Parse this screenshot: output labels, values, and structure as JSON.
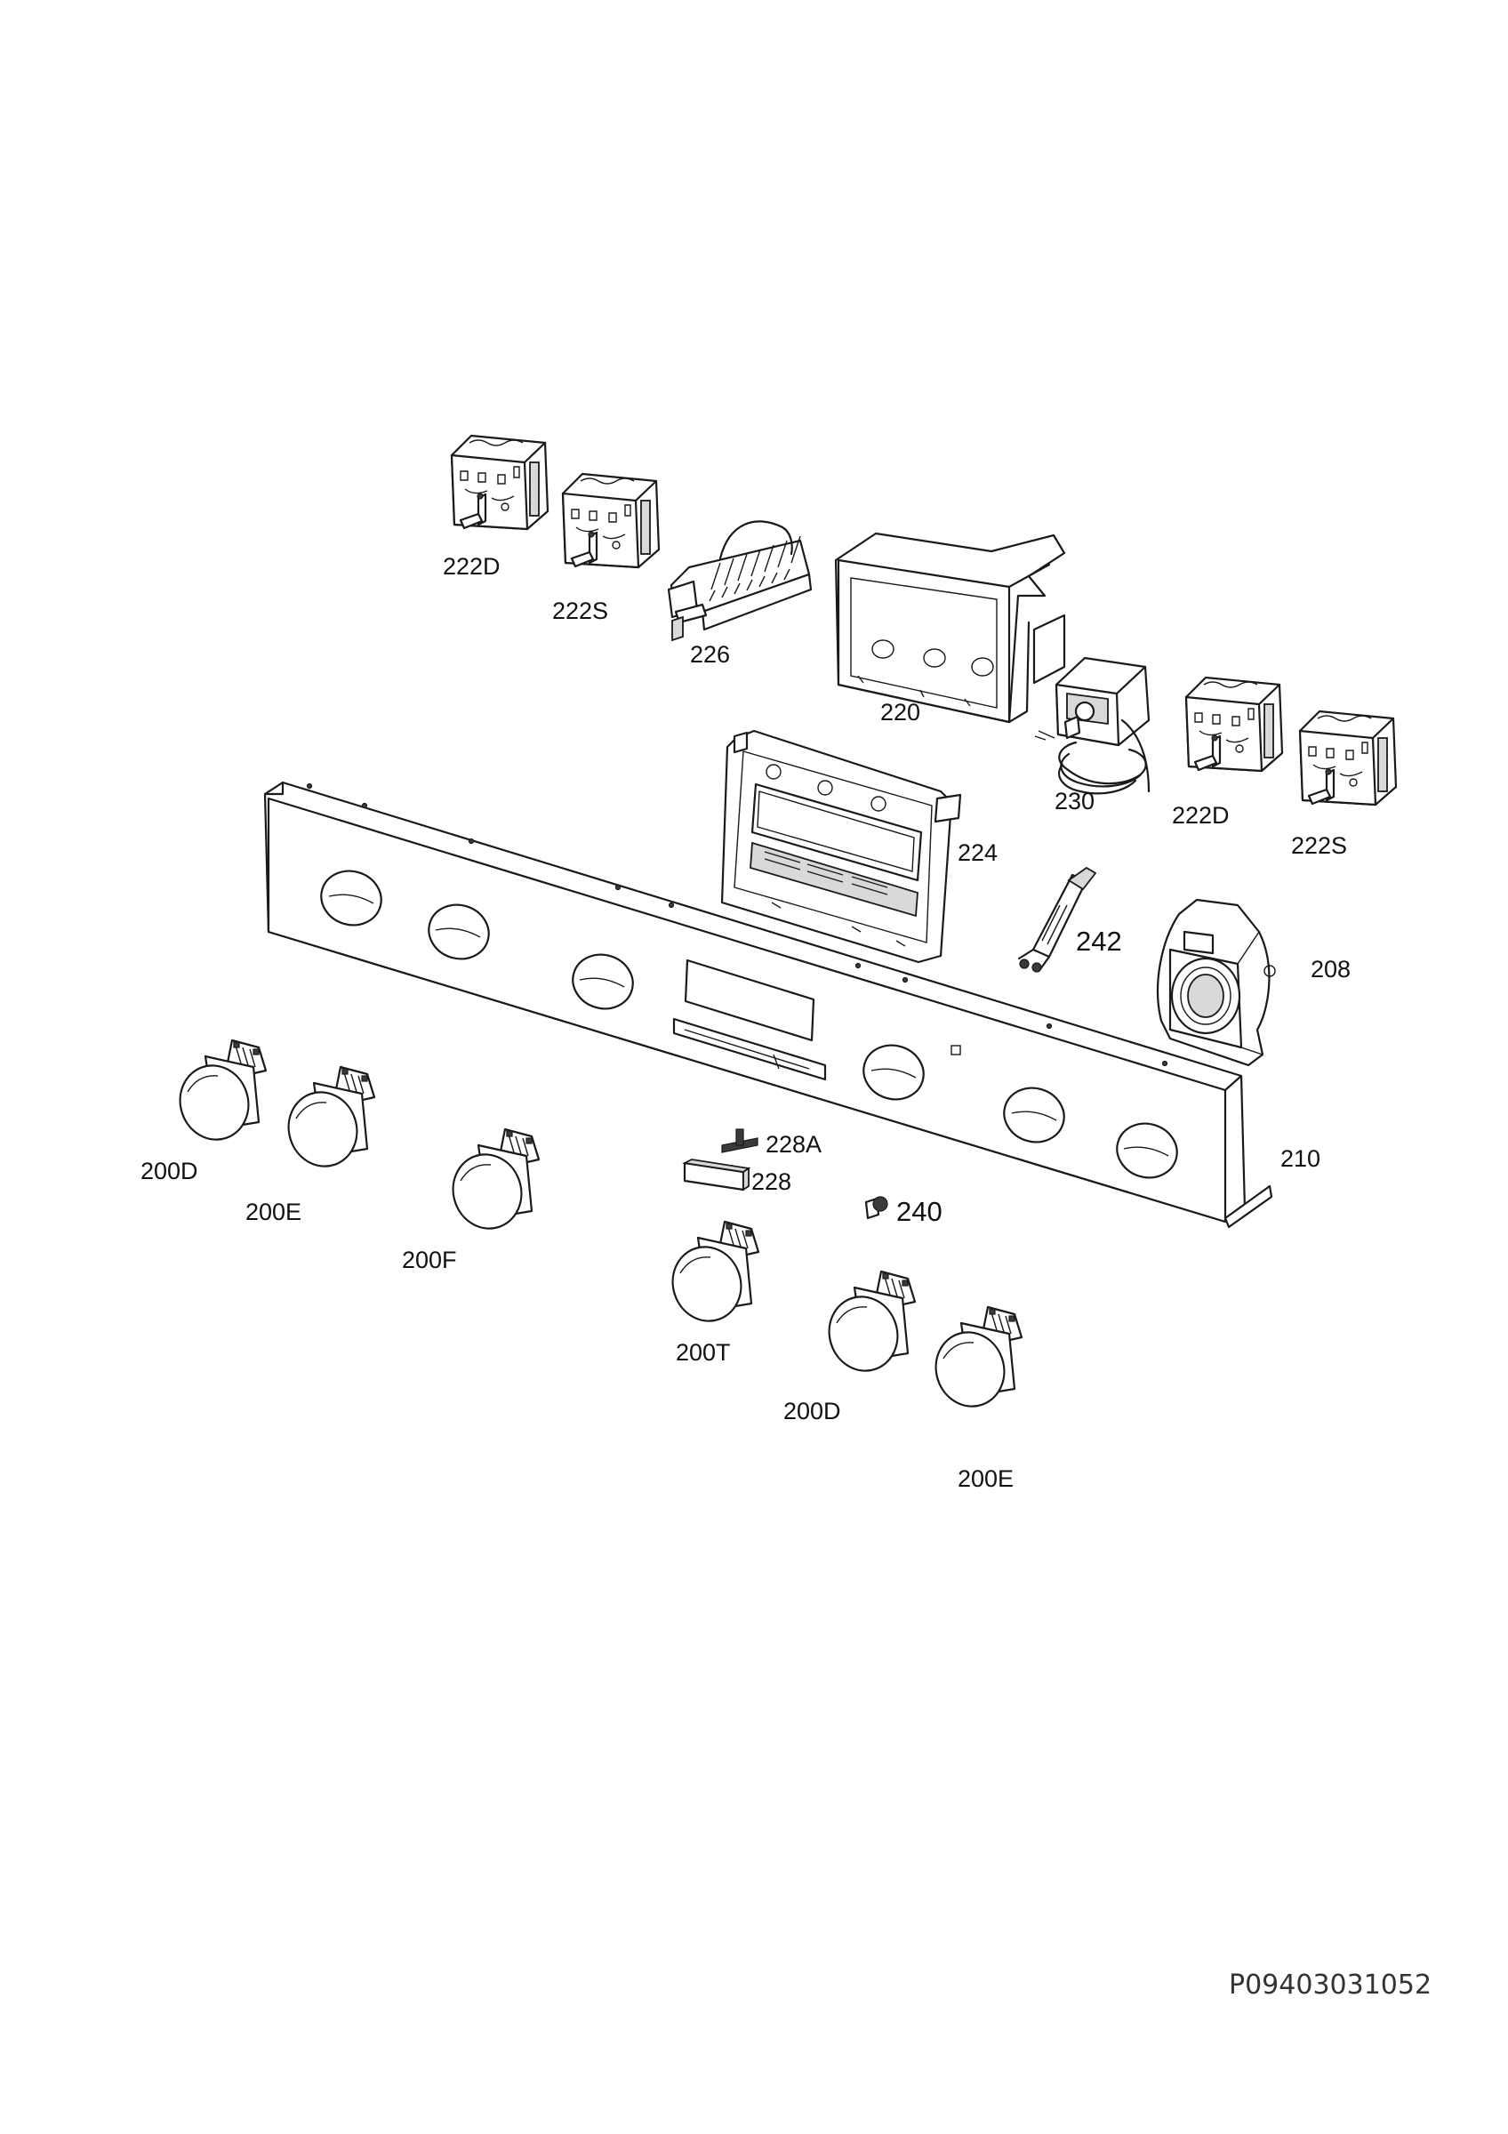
{
  "labels": {
    "switch_222d_top": "222D",
    "switch_222s_top": "222S",
    "selector_226": "226",
    "bracket_220": "220",
    "thermostat_230": "230",
    "switch_222d_right": "222D",
    "switch_222s_right": "222S",
    "display_224": "224",
    "sensor_242": "242",
    "fan_housing_208": "208",
    "panel_210": "210",
    "spindle_228a": "228A",
    "button_228": "228",
    "clip_240": "240",
    "knob_200d_left": "200D",
    "knob_200e_left": "200E",
    "knob_200f": "200F",
    "knob_200t": "200T",
    "knob_200d_right": "200D",
    "knob_200e_right": "200E"
  },
  "drawing_code": "P09403031052"
}
